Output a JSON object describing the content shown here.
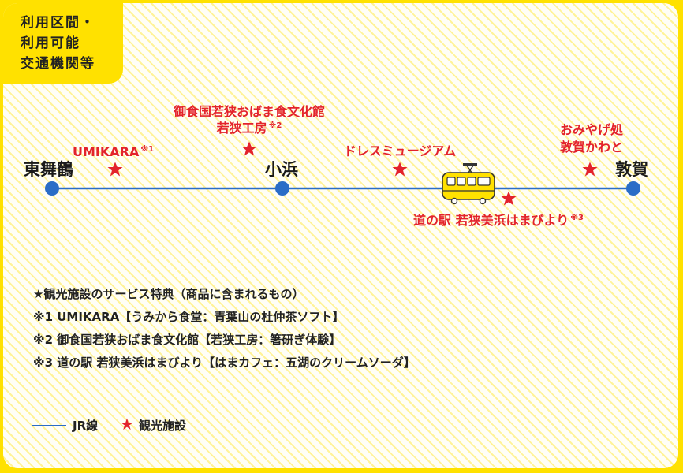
{
  "title_lines": [
    "利用区間・",
    "利用可能",
    "交通機関等"
  ],
  "stations": [
    {
      "id": "higashimaizuru",
      "name": "東舞鶴"
    },
    {
      "id": "obama",
      "name": "小浜"
    },
    {
      "id": "tsuruga",
      "name": "敦賀"
    }
  ],
  "facilities": [
    {
      "lines": [
        "UMIKARA"
      ],
      "note_mark": "※1"
    },
    {
      "lines": [
        "御食国若狭おばま食文化館",
        "若狭工房"
      ],
      "note_mark": "※2"
    },
    {
      "lines": [
        "ドレスミュージアム"
      ],
      "note_mark": ""
    },
    {
      "lines": [
        "道の駅 若狭美浜はまびより"
      ],
      "note_mark": "※3"
    },
    {
      "lines": [
        "おみやげ処",
        "敦賀かわと"
      ],
      "note_mark": ""
    }
  ],
  "notes": [
    "★観光施設のサービス特典（商品に含まれるもの）",
    "※1 UMIKARA【うみから食堂：青葉山の杜仲茶ソフト】",
    "※2  御食国若狭おばま食文化館【若狭工房：箸研ぎ体験】",
    "※3 道の駅 若狭美浜はまびより【はまカフェ：五湖のクリームソーダ】"
  ],
  "legend": {
    "line_label": "JR線",
    "star_label": "観光施設"
  },
  "colors": {
    "frame": "#FFE100",
    "route": "#2A6DC7",
    "star": "#E3232C",
    "facility_text": "#E3232C",
    "train": "#FFE100"
  },
  "icons": {
    "train": "train-icon",
    "star": "star-icon",
    "station": "station-dot-icon"
  }
}
